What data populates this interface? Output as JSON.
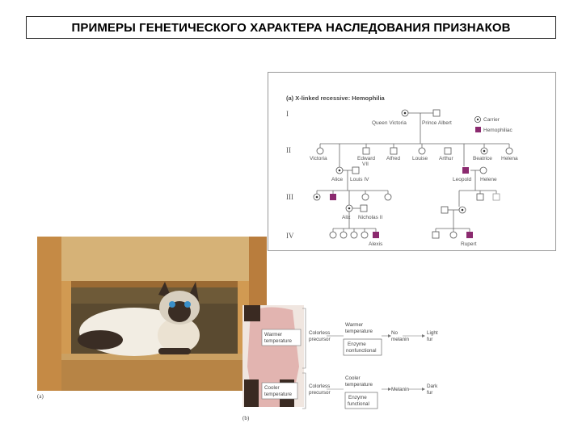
{
  "title": "ПРИМЕРЫ ГЕНЕТИЧЕСКОГО ХАРАКТЕРА НАСЛЕДОВАНИЯ ПРИЗНАКОВ",
  "pedigree": {
    "heading": "(a)  X-linked recessive: Hemophilia",
    "generations": [
      "I",
      "II",
      "III",
      "IV"
    ],
    "legend": {
      "carrier": "Carrier",
      "affected": "Hemophiliac"
    },
    "colors": {
      "affected": "#8b2a6f",
      "line": "#666666"
    },
    "names": {
      "queen_victoria": "Queen Victoria",
      "prince_albert": "Prince Albert",
      "victoria": "Victoria",
      "edward": "Edward",
      "edward_suffix": "VII",
      "alfred": "Alfred",
      "louise": "Louise",
      "arthur": "Arthur",
      "beatrice": "Beatrice",
      "helena": "Helena",
      "alice": "Alice",
      "louis_iv": "Louis IV",
      "leopold": "Leopold",
      "helene": "Helene",
      "alix": "Alix",
      "nicholas": "Nicholas II",
      "alexis": "Alexis",
      "rupert": "Rupert"
    }
  },
  "cat_caption": "(a)",
  "flow": {
    "caption": "(b)",
    "warm_region": [
      "Warmer",
      "temperature"
    ],
    "cool_region": [
      "Cooler",
      "temperature"
    ],
    "top": {
      "precursor": [
        "Colorless",
        "precursor"
      ],
      "condition": [
        "Warmer",
        "temperature"
      ],
      "enzyme": [
        "Enzyme",
        "nonfunctional"
      ],
      "product": [
        "No",
        "melanin"
      ],
      "result": [
        "Light",
        "fur"
      ]
    },
    "bottom": {
      "precursor": [
        "Colorless",
        "precursor"
      ],
      "condition": [
        "Cooler",
        "temperature"
      ],
      "enzyme": [
        "Enzyme",
        "functional"
      ],
      "product": [
        "Melanin"
      ],
      "result": [
        "Dark",
        "fur"
      ]
    }
  }
}
